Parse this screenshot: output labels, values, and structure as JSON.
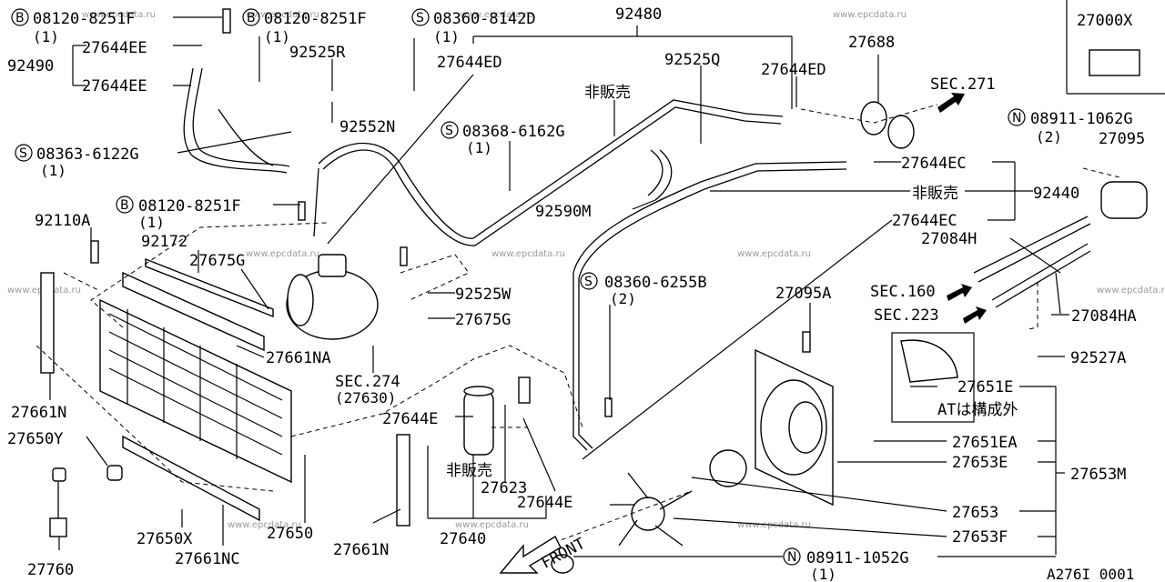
{
  "callouts": {
    "b08120_top": "08120-8251F",
    "b08120_top_qty": "(1)",
    "b08120_top2": "08120-8251F",
    "b08120_top2_qty": "(1)",
    "s08360_8142d": "08360-8142D",
    "s08360_8142d_qty": "(1)",
    "p92480": "92480",
    "p27644ee_a": "27644EE",
    "p92490": "92490",
    "p27644ee_b": "27644EE",
    "p92525r": "92525R",
    "p27644ed_a": "27644ED",
    "p92525q": "92525Q",
    "p27644ed_b": "27644ED",
    "p27688": "27688",
    "sec271": "SEC.271",
    "p27000x": "27000X",
    "n08911_1062g": "08911-1062G",
    "n08911_1062g_qty": "(2)",
    "p27095": "27095",
    "hihanbai_a": "非販売",
    "p92552n": "92552N",
    "s08368_6162g": "08368-6162G",
    "s08368_6162g_qty": "(1)",
    "s08363_6122g": "08363-6122G",
    "s08363_6122g_qty": "(1)",
    "p27644ec_a": "27644EC",
    "hihanbai_b": "非販売",
    "p92440": "92440",
    "p92590m": "92590M",
    "b08120_mid": "08120-8251F",
    "b08120_mid_qty": "(1)",
    "p27644ec_b": "27644EC",
    "p92110a": "92110A",
    "p92172": "92172",
    "p27675g_a": "27675G",
    "p27084h": "27084H",
    "s08360_6255b": "08360-6255B",
    "s08360_6255b_qty": "(2)",
    "p92525w": "92525W",
    "p27095a": "27095A",
    "sec160": "SEC.160",
    "sec223": "SEC.223",
    "p27084ha": "27084HA",
    "p27675g_b": "27675G",
    "p27661na": "27661NA",
    "p92527a": "92527A",
    "sec274": "SEC.274",
    "sec274_sub": "(27630)",
    "p27651e": "27651E",
    "at_note": "ATは構成外",
    "p27661n_a": "27661N",
    "p27644e_a": "27644E",
    "p27650y": "27650Y",
    "p27651ea": "27651EA",
    "p27653e": "27653E",
    "hihanbai_c": "非販売",
    "p27653m": "27653M",
    "p27623": "27623",
    "p27644e_b": "27644E",
    "p27653": "27653",
    "p27650x": "27650X",
    "p27650": "27650",
    "p27661nc": "27661NC",
    "p27661n_b": "27661N",
    "p27640": "27640",
    "p27653f": "27653F",
    "n08911_1052g": "08911-1052G",
    "n08911_1052g_qty": "(1)",
    "p27760": "27760",
    "front": "FRONT",
    "diagram_code": "A276I 0001"
  },
  "symbols": {
    "b": "B",
    "s": "S",
    "n": "N"
  },
  "watermark": "www.epcdata.ru"
}
